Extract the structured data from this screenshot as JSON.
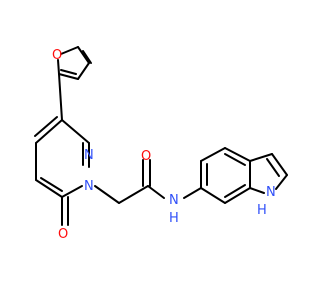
{
  "molecule": {
    "atom_labels": {
      "furan_oxygen": "O",
      "ring_n_upper": "N",
      "ring_n_lower": "N",
      "ketone_oxygen": "O",
      "amide_oxygen": "O",
      "amide_nh": "N",
      "amide_h": "H",
      "indole_nh": "N",
      "indole_h": "H"
    },
    "colors": {
      "bond": "#000000",
      "oxygen": "#ff0d0d",
      "nitrogen": "#3050f8"
    }
  }
}
